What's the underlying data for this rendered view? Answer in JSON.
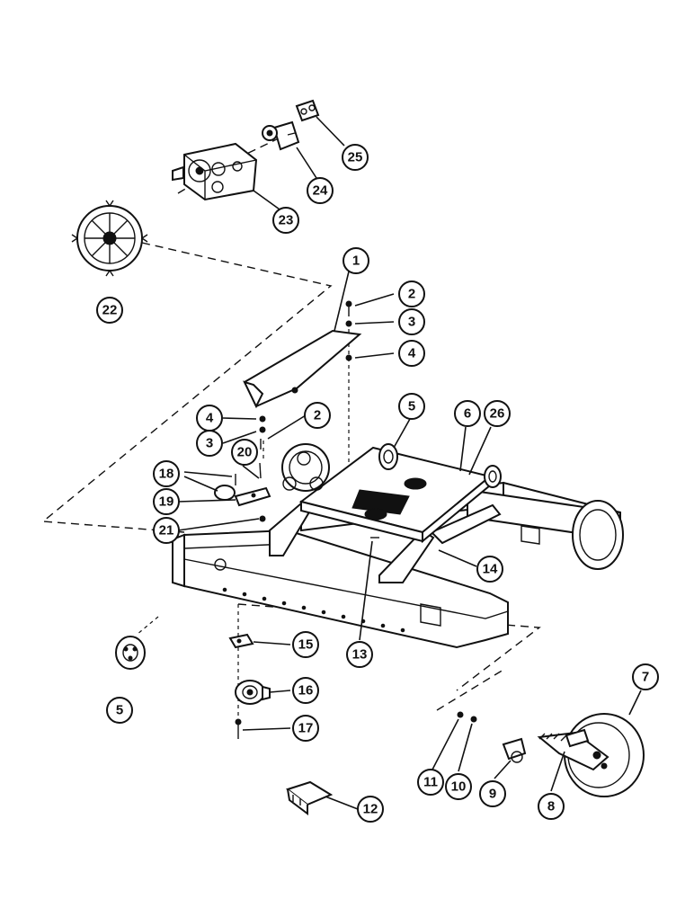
{
  "callouts": [
    {
      "id": "c1",
      "label": "1"
    },
    {
      "id": "c2a",
      "label": "2"
    },
    {
      "id": "c3a",
      "label": "3"
    },
    {
      "id": "c4a",
      "label": "4"
    },
    {
      "id": "c4b",
      "label": "4"
    },
    {
      "id": "c3b",
      "label": "3"
    },
    {
      "id": "c2b",
      "label": "2"
    },
    {
      "id": "c5a",
      "label": "5"
    },
    {
      "id": "c6",
      "label": "6"
    },
    {
      "id": "c26",
      "label": "26"
    },
    {
      "id": "c18",
      "label": "18"
    },
    {
      "id": "c19",
      "label": "19"
    },
    {
      "id": "c20",
      "label": "20"
    },
    {
      "id": "c21",
      "label": "21"
    },
    {
      "id": "c14",
      "label": "14"
    },
    {
      "id": "c13",
      "label": "13"
    },
    {
      "id": "c15",
      "label": "15"
    },
    {
      "id": "c16",
      "label": "16"
    },
    {
      "id": "c17",
      "label": "17"
    },
    {
      "id": "c5b",
      "label": "5"
    },
    {
      "id": "c7",
      "label": "7"
    },
    {
      "id": "c8",
      "label": "8"
    },
    {
      "id": "c9",
      "label": "9"
    },
    {
      "id": "c10",
      "label": "10"
    },
    {
      "id": "c11",
      "label": "11"
    },
    {
      "id": "c12",
      "label": "12"
    },
    {
      "id": "c22",
      "label": "22"
    },
    {
      "id": "c23",
      "label": "23"
    },
    {
      "id": "c24",
      "label": "24"
    },
    {
      "id": "c25",
      "label": "25"
    }
  ]
}
